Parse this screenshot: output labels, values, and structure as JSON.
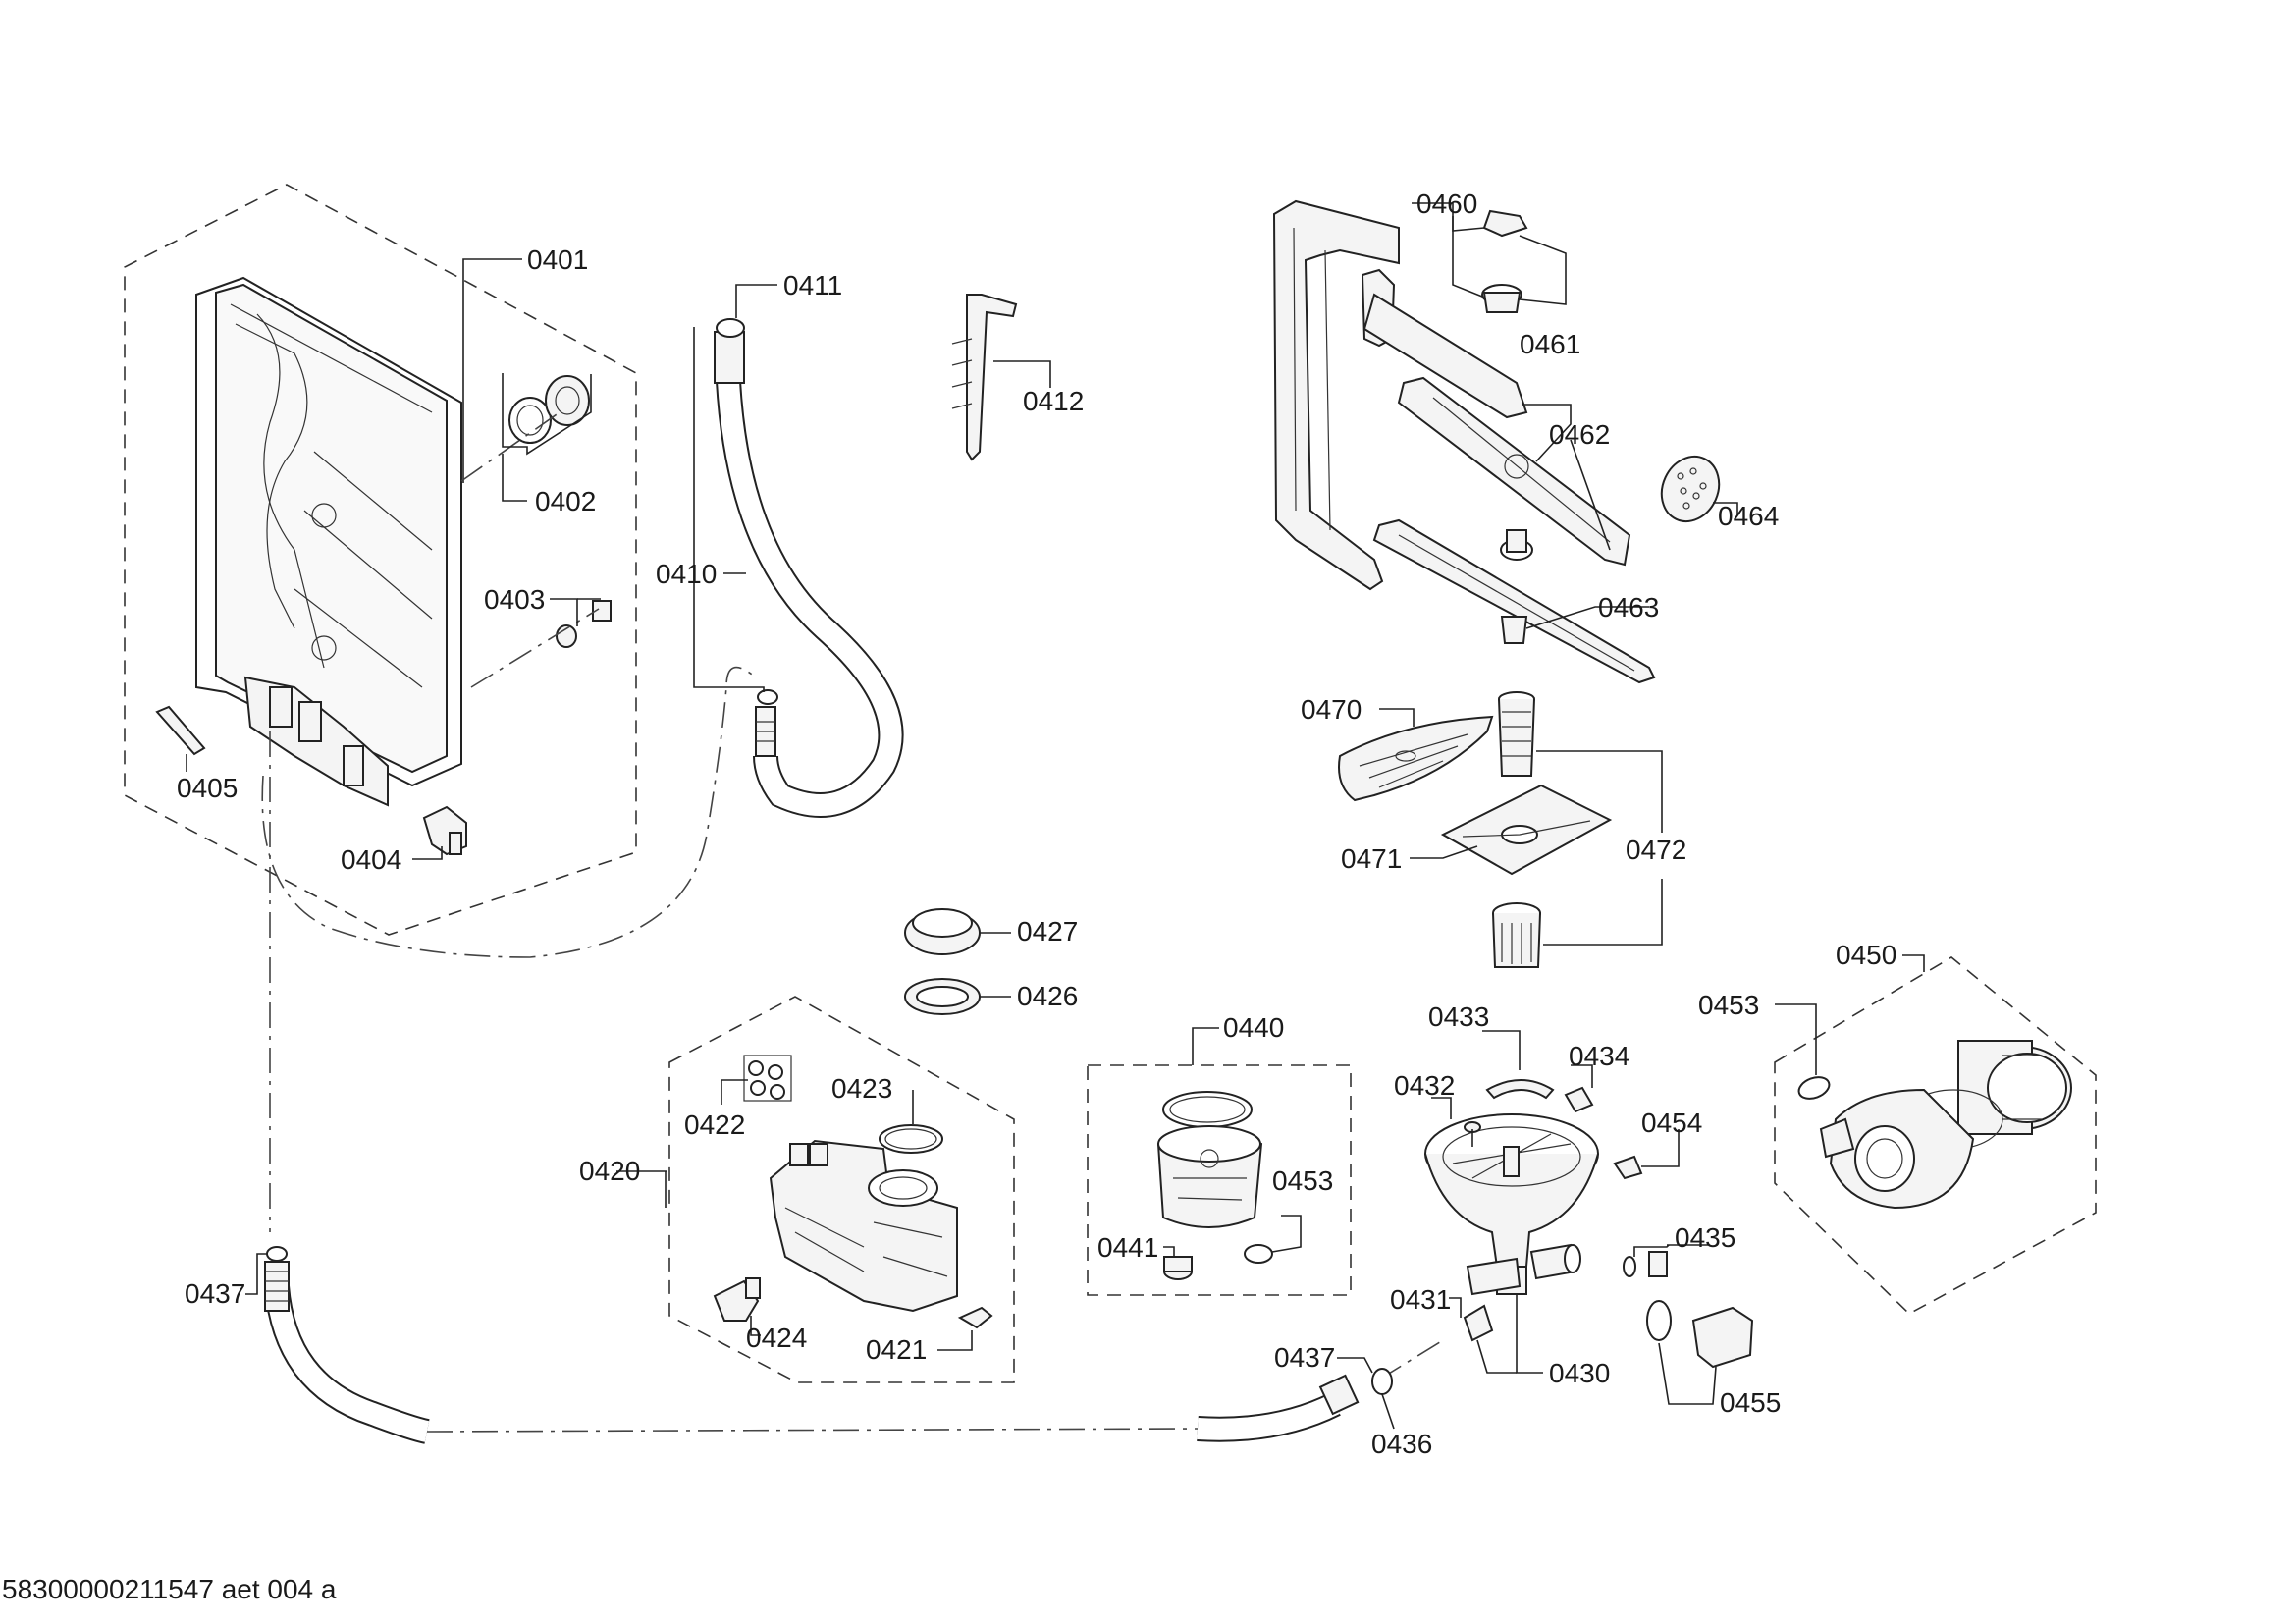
{
  "labels": {
    "p0401": "0401",
    "p0402": "0402",
    "p0403": "0403",
    "p0404": "0404",
    "p0405": "0405",
    "p0410": "0410",
    "p0411": "0411",
    "p0412": "0412",
    "p0420": "0420",
    "p0421": "0421",
    "p0422": "0422",
    "p0423": "0423",
    "p0424": "0424",
    "p0426": "0426",
    "p0427": "0427",
    "p0430": "0430",
    "p0431": "0431",
    "p0432": "0432",
    "p0433": "0433",
    "p0434": "0434",
    "p0435": "0435",
    "p0436": "0436",
    "p0437a": "0437",
    "p0437b": "0437",
    "p0440": "0440",
    "p0441": "0441",
    "p0453a": "0453",
    "p0450": "0450",
    "p0453b": "0453",
    "p0454": "0454",
    "p0455": "0455",
    "p0460": "0460",
    "p0461": "0461",
    "p0462": "0462",
    "p0463": "0463",
    "p0464": "0464",
    "p0470": "0470",
    "p0471": "0471",
    "p0472": "0472"
  },
  "footer": "58300000211547 aet 004 a"
}
